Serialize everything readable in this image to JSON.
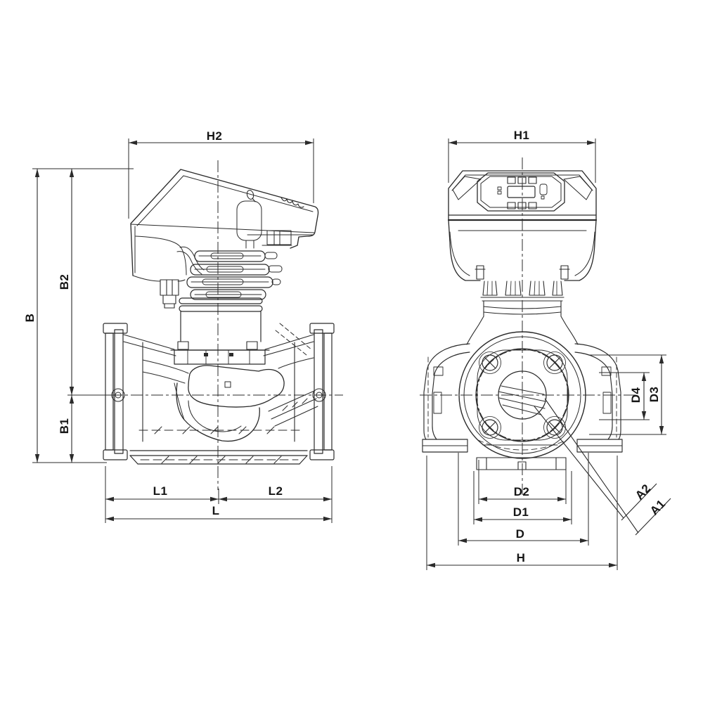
{
  "document": {
    "type": "technical dimensional drawing",
    "subject": "inline circulator pump, side view and front view"
  },
  "colors": {
    "background": "#ffffff",
    "line": "#2b2b2b",
    "label": "#161616"
  },
  "views": {
    "side": {
      "name": "side view",
      "labels": {
        "h2": "H2",
        "b": "B",
        "b2": "B2",
        "b1": "B1",
        "l1": "L1",
        "l2": "L2",
        "l": "L"
      }
    },
    "front": {
      "name": "front view",
      "labels": {
        "h1": "H1",
        "d4": "D4",
        "d3": "D3",
        "d2": "D2",
        "d1": "D1",
        "d": "D",
        "h": "H",
        "a2": "A2",
        "a1": "A1"
      }
    }
  }
}
